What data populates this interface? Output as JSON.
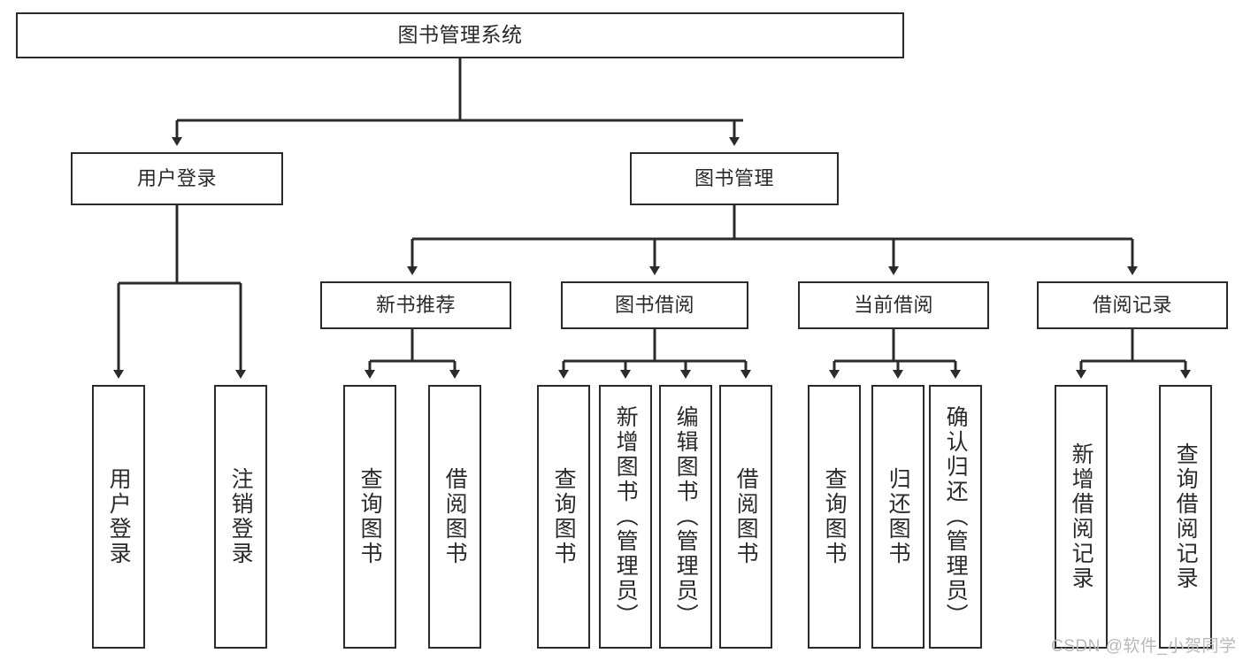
{
  "diagram": {
    "title_node": {
      "label": "图书管理系统"
    },
    "level2": [
      {
        "id": "user-login",
        "label": "用户登录"
      },
      {
        "id": "book-management",
        "label": "图书管理"
      }
    ],
    "level3": [
      {
        "id": "new-book-recommend",
        "label": "新书推荐"
      },
      {
        "id": "book-borrow",
        "label": "图书借阅"
      },
      {
        "id": "current-borrow",
        "label": "当前借阅"
      },
      {
        "id": "borrow-record",
        "label": "借阅记录"
      }
    ],
    "leaves": {
      "user_login": [
        {
          "id": "leaf-user-login",
          "label": "用户登录"
        },
        {
          "id": "leaf-logout-login",
          "label": "注销登录"
        }
      ],
      "new_book_recommend": [
        {
          "id": "leaf-query-book-1",
          "label": "查询图书"
        },
        {
          "id": "leaf-borrow-book-1",
          "label": "借阅图书"
        }
      ],
      "book_borrow": [
        {
          "id": "leaf-query-book-2",
          "label": "查询图书"
        },
        {
          "id": "leaf-add-book",
          "label": "新增图书（管理员）"
        },
        {
          "id": "leaf-edit-book",
          "label": "编辑图书（管理员）"
        },
        {
          "id": "leaf-borrow-book-2",
          "label": "借阅图书"
        }
      ],
      "current_borrow": [
        {
          "id": "leaf-query-book-3",
          "label": "查询图书"
        },
        {
          "id": "leaf-return-book",
          "label": "归还图书"
        },
        {
          "id": "leaf-confirm-return",
          "label": "确认归还（管理员）"
        }
      ],
      "borrow_record": [
        {
          "id": "leaf-add-borrow-record",
          "label": "新增借阅记录"
        },
        {
          "id": "leaf-query-borrow-record",
          "label": "查询借阅记录"
        }
      ]
    }
  },
  "watermark": {
    "text": "CSDN @软件_小贺同学"
  },
  "colors": {
    "stroke": "#2b2b2b",
    "text": "#2a2a2a",
    "background": "#ffffff",
    "watermark": "#b9b9b9"
  }
}
